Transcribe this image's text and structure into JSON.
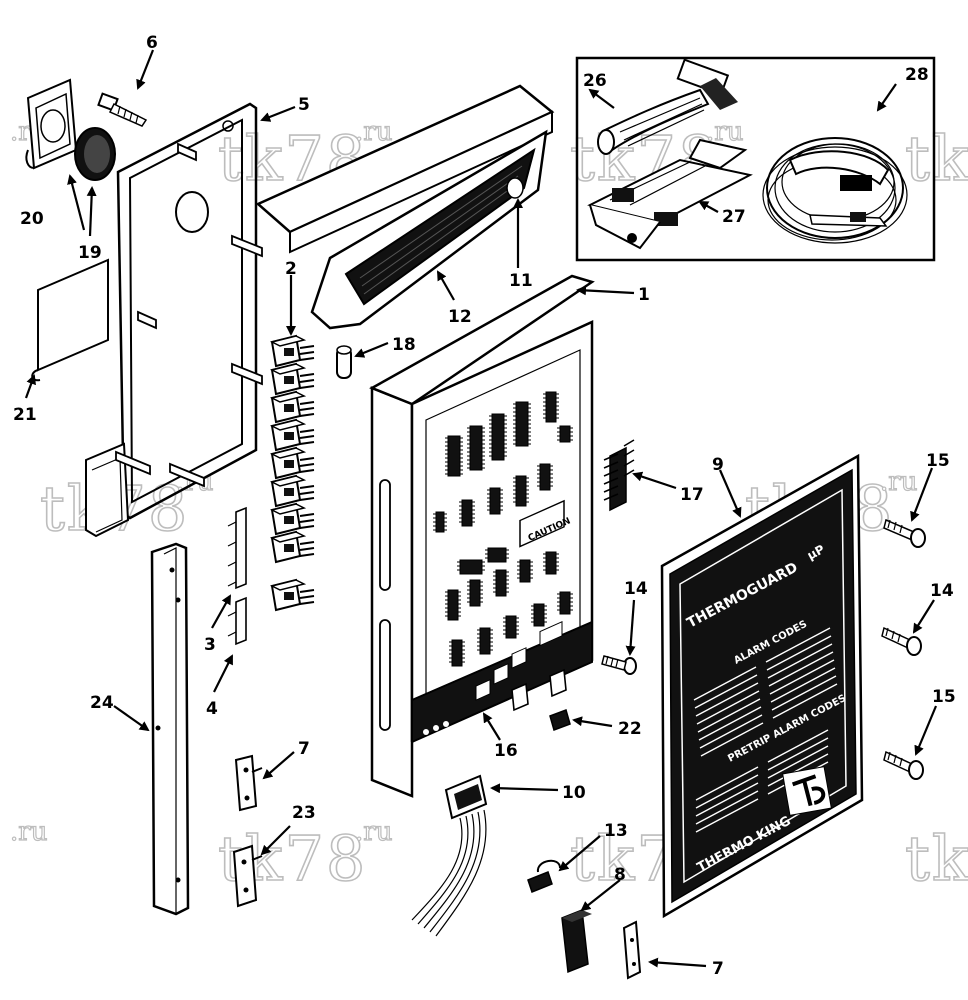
{
  "callouts": [
    {
      "id": "c1",
      "text": "1"
    },
    {
      "id": "c2",
      "text": "2"
    },
    {
      "id": "c3",
      "text": "3"
    },
    {
      "id": "c4",
      "text": "4"
    },
    {
      "id": "c5",
      "text": "5"
    },
    {
      "id": "c6",
      "text": "6"
    },
    {
      "id": "c7a",
      "text": "7"
    },
    {
      "id": "c7b",
      "text": "7"
    },
    {
      "id": "c8",
      "text": "8"
    },
    {
      "id": "c9",
      "text": "9"
    },
    {
      "id": "c10",
      "text": "10"
    },
    {
      "id": "c11",
      "text": "11"
    },
    {
      "id": "c12",
      "text": "12"
    },
    {
      "id": "c13",
      "text": "13"
    },
    {
      "id": "c14a",
      "text": "14"
    },
    {
      "id": "c14b",
      "text": "14"
    },
    {
      "id": "c15a",
      "text": "15"
    },
    {
      "id": "c15b",
      "text": "15"
    },
    {
      "id": "c16",
      "text": "16"
    },
    {
      "id": "c17",
      "text": "17"
    },
    {
      "id": "c18",
      "text": "18"
    },
    {
      "id": "c19",
      "text": "19"
    },
    {
      "id": "c20",
      "text": "20"
    },
    {
      "id": "c21",
      "text": "21"
    },
    {
      "id": "c22",
      "text": "22"
    },
    {
      "id": "c23",
      "text": "23"
    },
    {
      "id": "c24",
      "text": "24"
    },
    {
      "id": "c26",
      "text": "26"
    },
    {
      "id": "c27",
      "text": "27"
    },
    {
      "id": "c28",
      "text": "28"
    }
  ],
  "watermark": {
    "main": "tk78",
    "suffix": ".ru"
  },
  "plate": {
    "brand": "THERMOGUARD",
    "model": "µP",
    "alarm_heading": "ALARM CODES",
    "pretrip_heading": "PRETRIP ALARM CODES",
    "maker": "THERMO KING"
  },
  "pcb_label": "CAUTION",
  "colors": {
    "ink": "#000000",
    "paper": "#ffffff",
    "watermark_stroke": "#bdbdbd"
  }
}
